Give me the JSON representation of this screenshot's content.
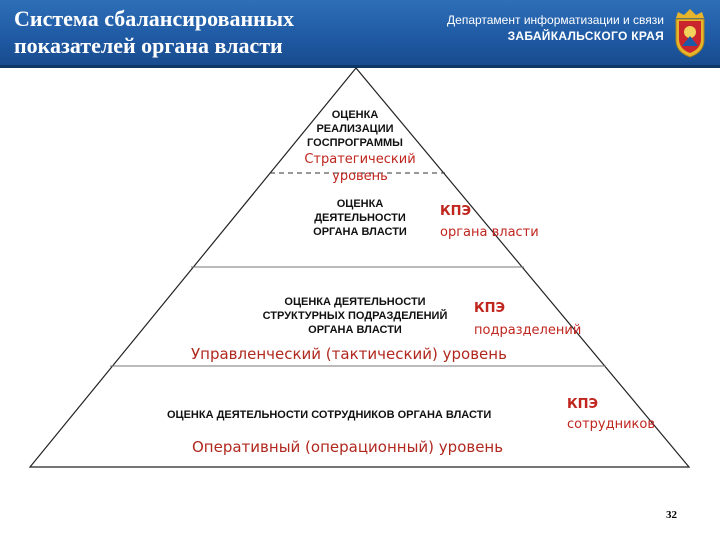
{
  "header": {
    "title_line1": "Система сбалансированных",
    "title_line2": "показателей органа власти",
    "dept_line1": "Департамент информатизации и связи",
    "dept_line2": "ЗАБАЙКАЛЬСКОГО КРАЯ"
  },
  "pyramid": {
    "strategic": {
      "assess_line1": "ОЦЕНКА",
      "assess_line2": "РЕАЛИЗАЦИИ",
      "assess_line3": "ГОСПРОГРАММЫ",
      "level_line1": "Стратегический",
      "level_line2": "уровень",
      "org_line1": "ОЦЕНКА",
      "org_line2": "ДЕЯТЕЛЬНОСТИ",
      "org_line3": "ОРГАНА ВЛАСТИ",
      "kpi_line1": "КПЭ",
      "kpi_line2": "органа власти"
    },
    "tactical": {
      "assess_line1": "ОЦЕНКА ДЕЯТЕЛЬНОСТИ",
      "assess_line2": "СТРУКТУРНЫХ ПОДРАЗДЕЛЕНИЙ",
      "assess_line3": "ОРГАНА ВЛАСТИ",
      "kpi_line1": "КПЭ",
      "kpi_line2": "подразделений",
      "level": "Управленческий (тактический) уровень"
    },
    "operational": {
      "assess": "ОЦЕНКА ДЕЯТЕЛЬНОСТИ СОТРУДНИКОВ ОРГАНА ВЛАСТИ",
      "kpi_line1": "КПЭ",
      "kpi_line2": "сотрудников",
      "level": "Оперативный (операционный) уровень"
    }
  },
  "page_number": "32",
  "colors": {
    "header_blue": "#1f5aa3",
    "accent_red": "#c0251e"
  }
}
